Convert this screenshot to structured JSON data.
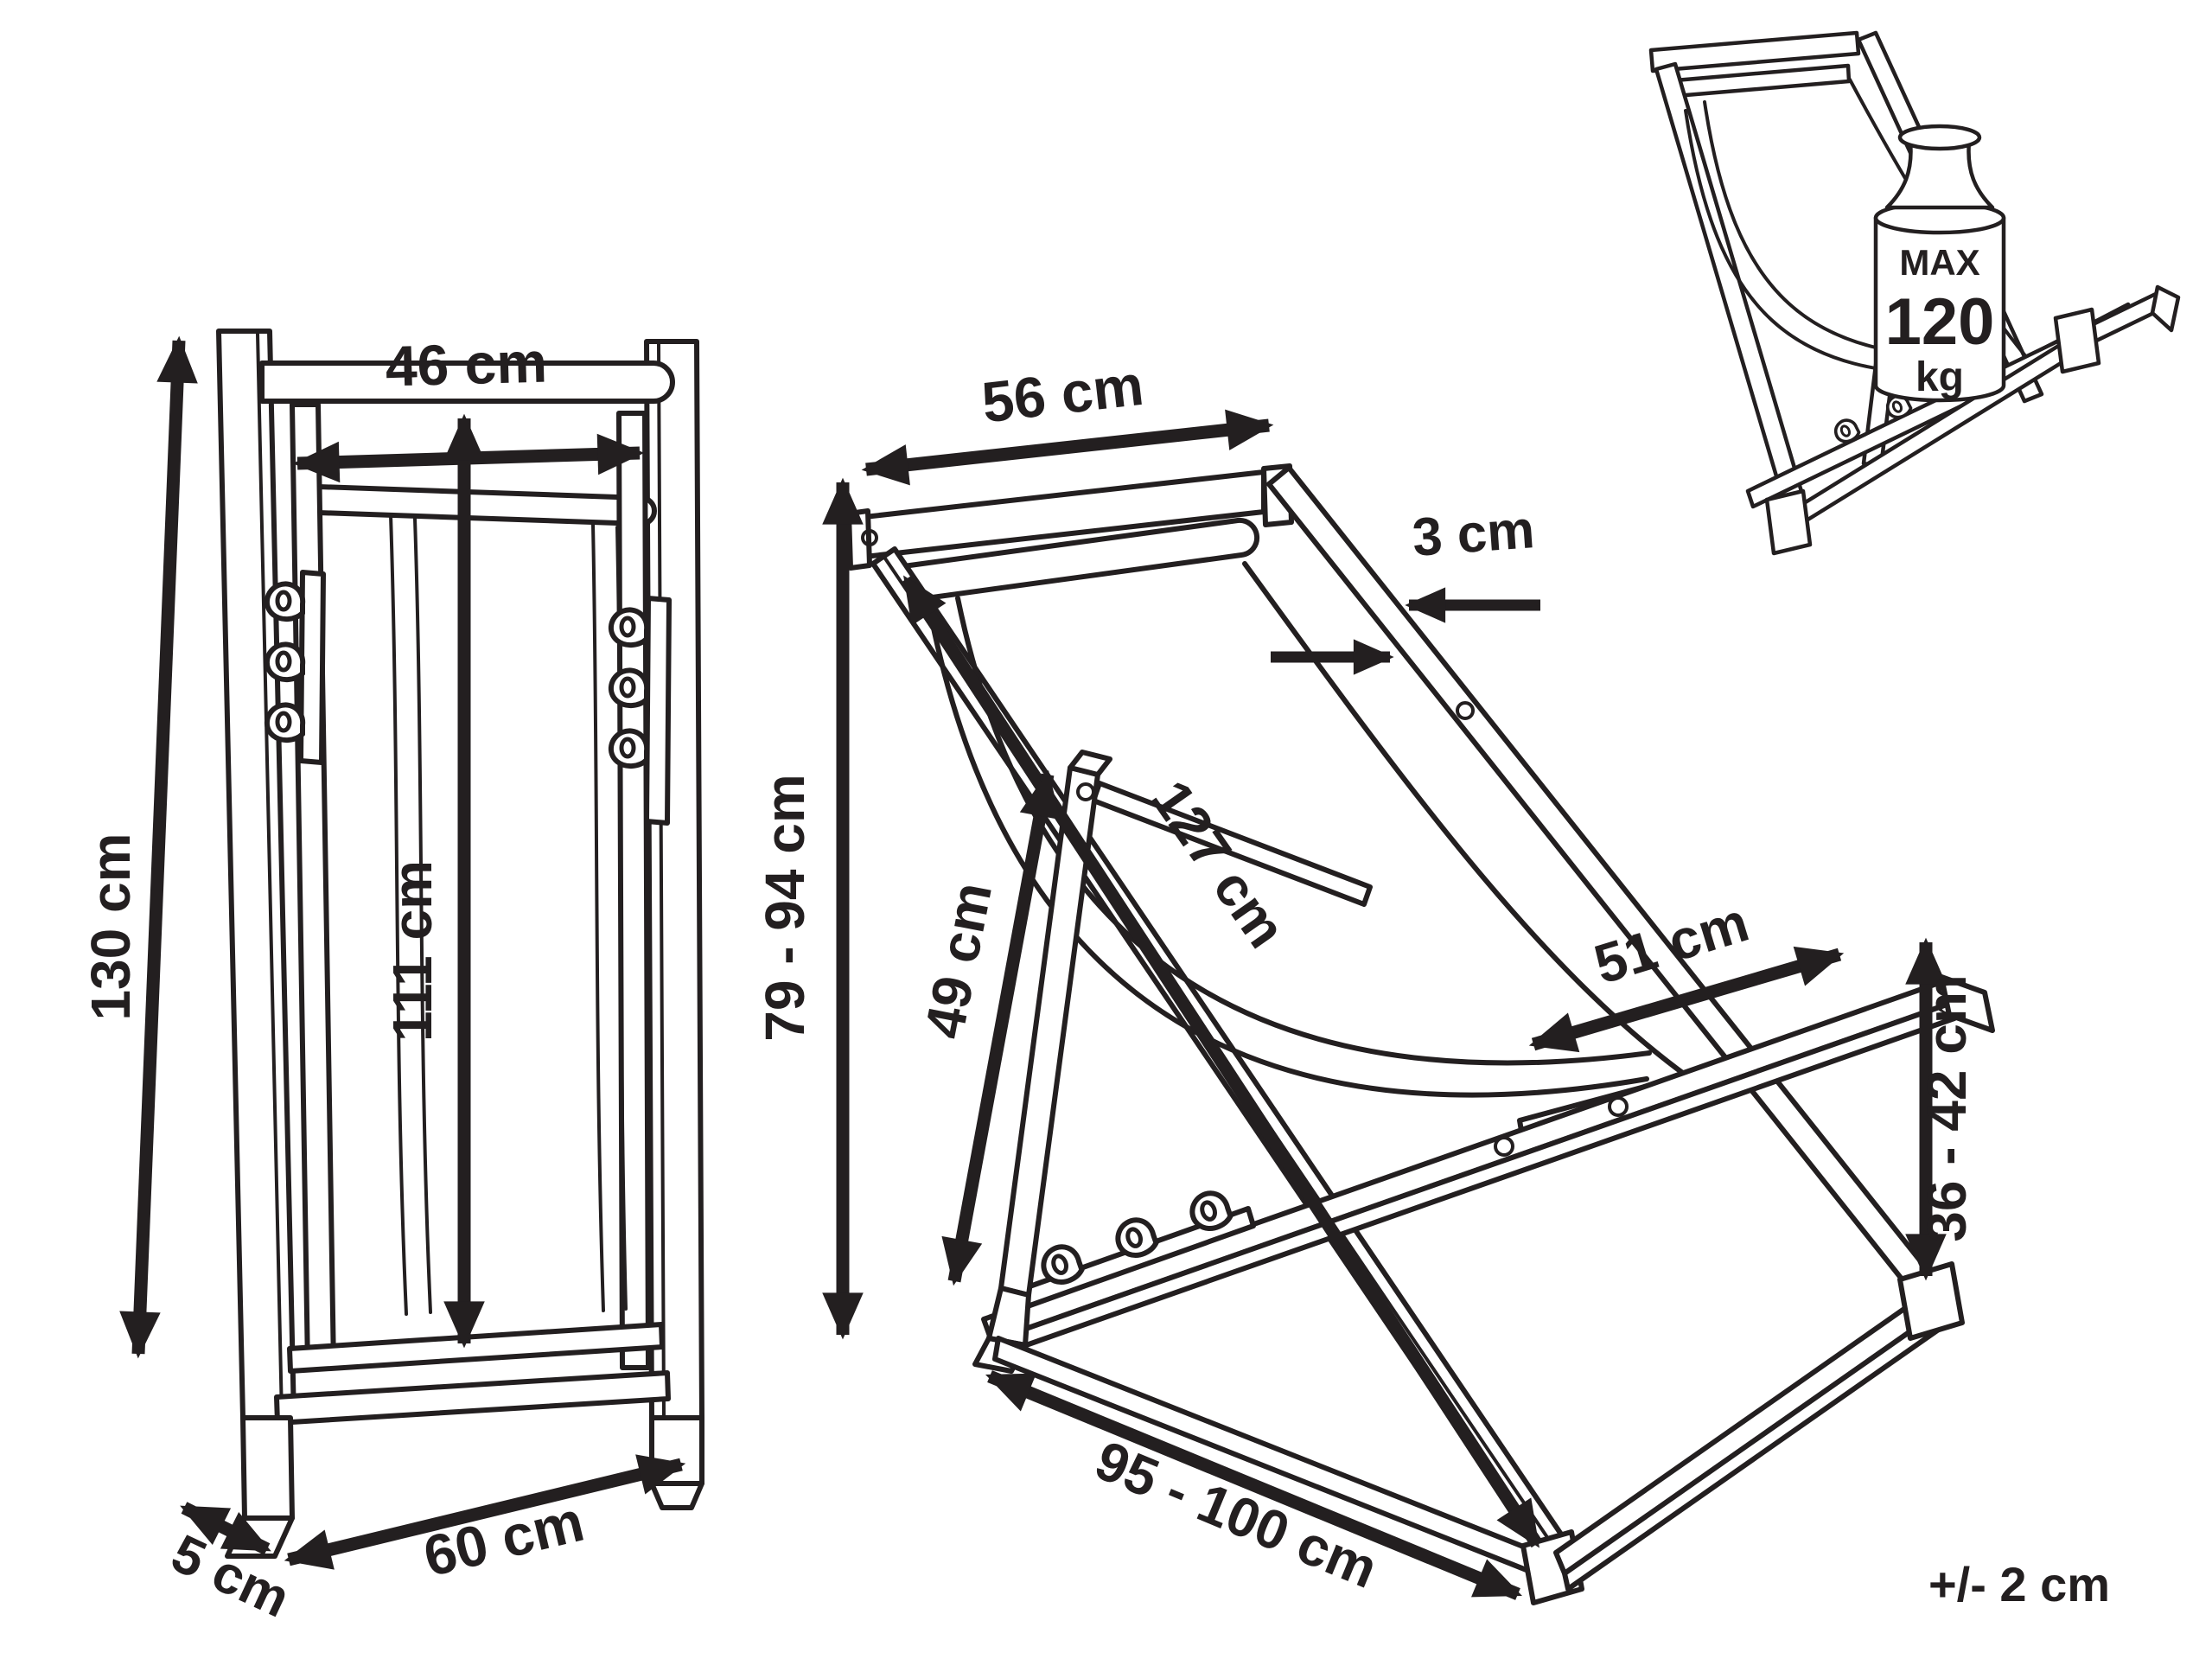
{
  "colors": {
    "ink": "#231f20",
    "paper": "#ffffff"
  },
  "folded_view": {
    "top_width": "46 cm",
    "inner_height": "111 cm",
    "total_height": "130 cm",
    "bottom_width": "60 cm",
    "depth": "5 cm"
  },
  "open_view": {
    "top_width": "56 cm",
    "frame_thickness": "3 cm",
    "height_range": "79 - 94 cm",
    "leg_length": "49 cm",
    "rail_length": "127 cm",
    "armrest_length": "51 cm",
    "seat_height_range": "36 - 42 cm",
    "ground_depth_range": "95 - 100 cm"
  },
  "max_load": {
    "label": "MAX",
    "value": "120",
    "unit": "kg"
  },
  "tolerance_note": "+/- 2 cm",
  "icons": {
    "max_load_weight": "kettlebell-weight-icon"
  }
}
